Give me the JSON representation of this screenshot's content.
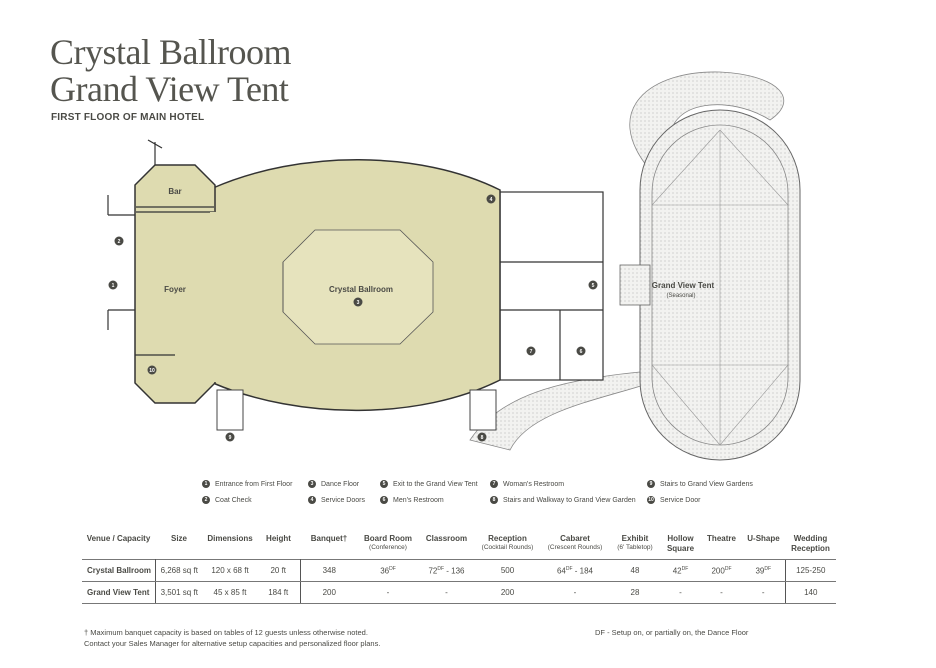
{
  "title_line1": "Crystal Ballroom",
  "title_line2": "Grand View Tent",
  "subtitle": "FIRST FLOOR OF MAIN HOTEL",
  "plan": {
    "bar": "Bar",
    "foyer": "Foyer",
    "ballroom": "Crystal Ballroom",
    "tent": "Grand View Tent",
    "tent_note": "(Seasonal)",
    "fill_color": "#dedbb0"
  },
  "legend": [
    {
      "num": "1",
      "label": "Entrance from First Floor"
    },
    {
      "num": "2",
      "label": "Coat Check"
    },
    {
      "num": "3",
      "label": "Dance Floor"
    },
    {
      "num": "4",
      "label": "Service Doors"
    },
    {
      "num": "5",
      "label": "Exit to the Grand View Tent"
    },
    {
      "num": "6",
      "label": "Men's Restroom"
    },
    {
      "num": "7",
      "label": "Woman's Restroom"
    },
    {
      "num": "8",
      "label": "Stairs and Walkway to Grand View Garden"
    },
    {
      "num": "9",
      "label": "Stairs to Grand View Gardens"
    },
    {
      "num": "10",
      "label": "Service Door"
    }
  ],
  "table": {
    "headers": [
      {
        "label": "Venue / Capacity",
        "sub": ""
      },
      {
        "label": "Size",
        "sub": ""
      },
      {
        "label": "Dimensions",
        "sub": ""
      },
      {
        "label": "Height",
        "sub": ""
      },
      {
        "label": "Banquet†",
        "sub": ""
      },
      {
        "label": "Board Room",
        "sub": "(Conference)"
      },
      {
        "label": "Classroom",
        "sub": ""
      },
      {
        "label": "Reception",
        "sub": "(Cocktail Rounds)"
      },
      {
        "label": "Cabaret",
        "sub": "(Crescent Rounds)"
      },
      {
        "label": "Exhibit",
        "sub": "(6' Tabletop)"
      },
      {
        "label": "Hollow Square",
        "sub": ""
      },
      {
        "label": "Theatre",
        "sub": ""
      },
      {
        "label": "U-Shape",
        "sub": ""
      },
      {
        "label": "Wedding Reception",
        "sub": ""
      }
    ],
    "rows": [
      [
        "Crystal Ballroom",
        "6,268 sq ft",
        "120 x 68 ft",
        "20 ft",
        "348",
        "36 DF",
        "72 DF - 136",
        "500",
        "64 DF - 184",
        "48",
        "42 DF",
        "200 DF",
        "39 DF",
        "125-250"
      ],
      [
        "Grand View Tent",
        "3,501 sq ft",
        "45 x 85 ft",
        "184 ft",
        "200",
        "-",
        "-",
        "200",
        "-",
        "28",
        "-",
        "-",
        "-",
        "140"
      ]
    ]
  },
  "footnote_1": "† Maximum banquet capacity is based on tables of 12 guests unless otherwise noted.",
  "footnote_2": "Contact your Sales Manager for alternative setup capacities and personalized floor plans.",
  "df_note": "DF - Setup on, or partially on, the Dance Floor"
}
